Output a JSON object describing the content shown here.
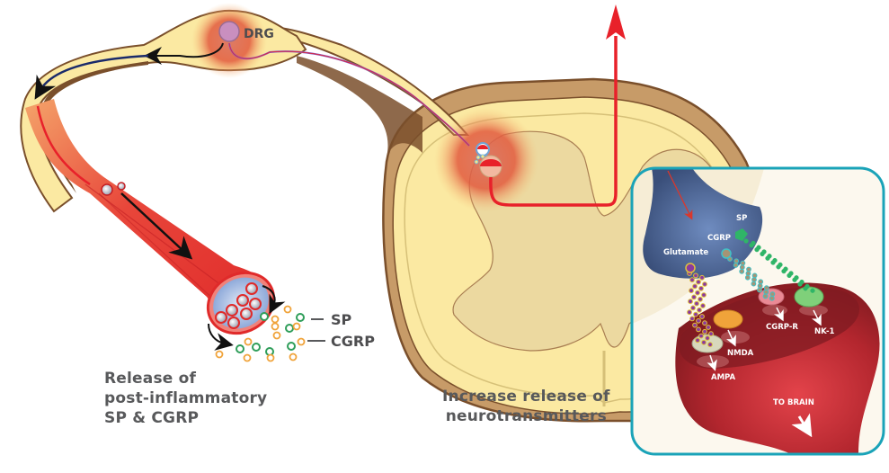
{
  "figure": {
    "title": "Pain signaling pathway: peripheral release and spinal neurotransmitter release",
    "labels": {
      "drg": "DRG",
      "sp": "SP",
      "cgrp": "CGRP"
    },
    "captions": {
      "left_line1": "Release of",
      "left_line2": "post-inflammatory",
      "left_line3": "SP & CGRP",
      "mid_line1": "Increase release of",
      "mid_line2": "neurotransmitters"
    },
    "inset": {
      "sp": "SP",
      "cgrp": "CGRP",
      "glutamate": "Glutamate",
      "cgrp_r": "CGRP-R",
      "nk1": "NK-1",
      "nmda": "NMDA",
      "ampa": "AMPA",
      "to_brain": "TO BRAIN"
    },
    "colors": {
      "nerve_fill": "#fbe9a2",
      "nerve_outline": "#7a4f2b",
      "inflammation": "#e0503a",
      "signal_red": "#e8212a",
      "drg_body": "#c98fbf",
      "axon_purple": "#8a5cc2",
      "sp_dot": "#2f9e5a",
      "cgrp_dot": "#f0a33a",
      "glutamate_dot": "#8b3a9e",
      "presynaptic": "#4a6494",
      "postsynaptic": "#a3222a",
      "inset_border": "#1aa3b8",
      "text": "#58595b"
    }
  }
}
